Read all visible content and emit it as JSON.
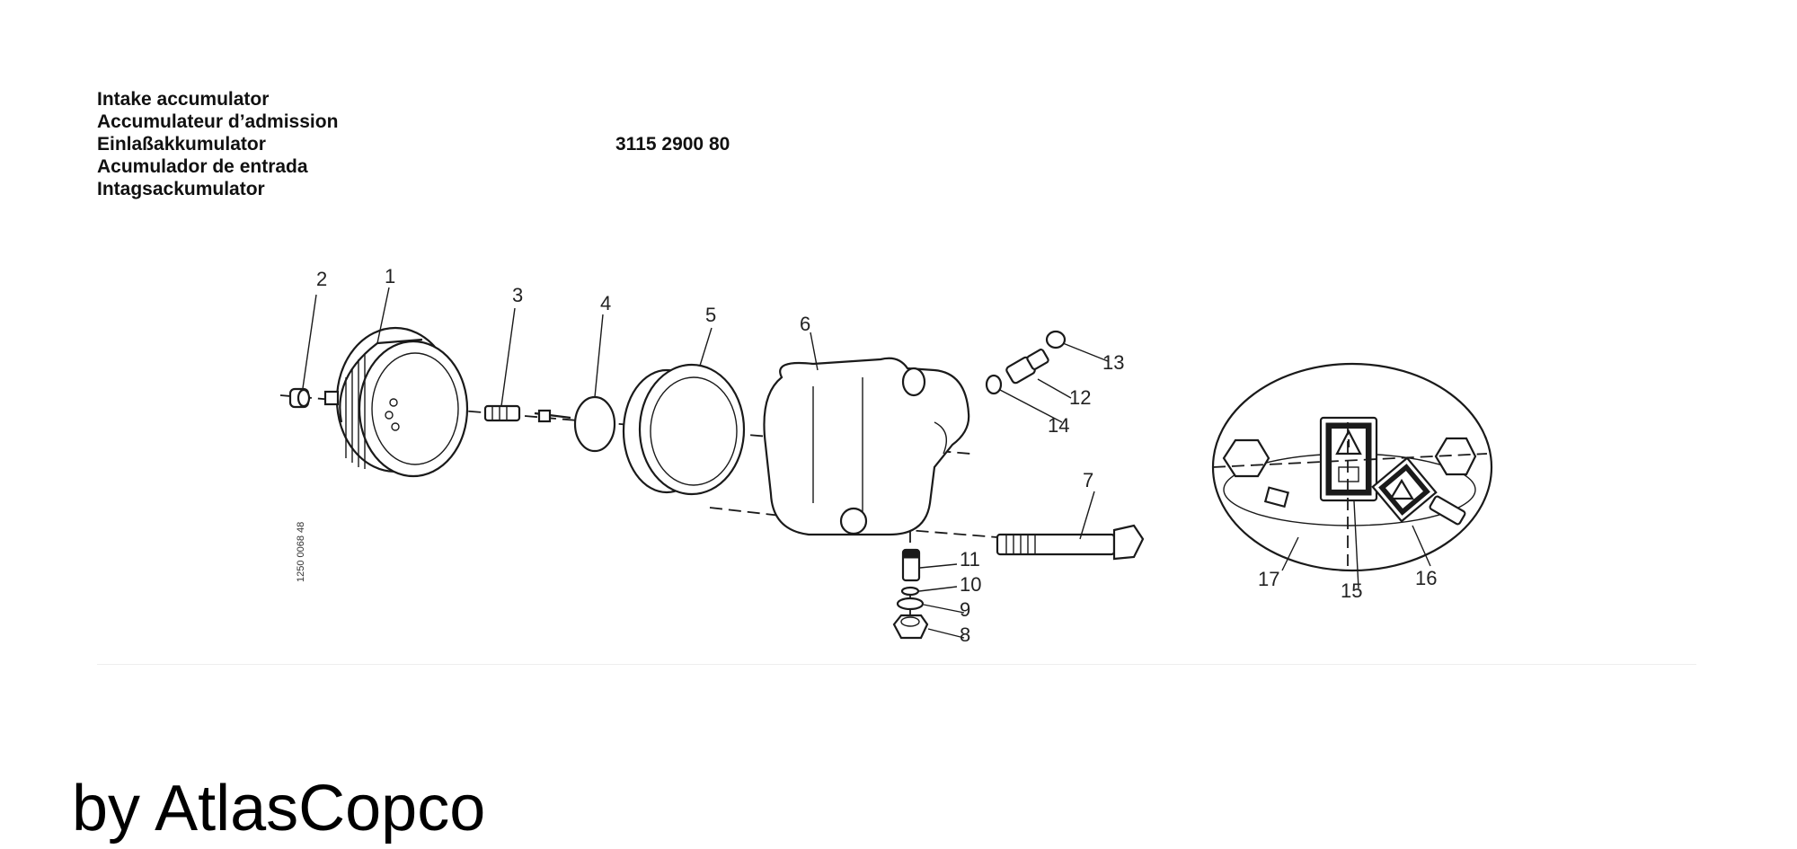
{
  "titles": {
    "en": "Intake accumulator",
    "fr": "Accumulateur d’admission",
    "de": "Einlaßakkumulator",
    "es": "Acumulador de entrada",
    "sv": "Intagsackumulator"
  },
  "part_number": "3115 2900 80",
  "drawing_reference": "1250 0068 48",
  "callouts": {
    "c1": "1",
    "c2": "2",
    "c3": "3",
    "c4": "4",
    "c5": "5",
    "c6": "6",
    "c7": "7",
    "c8": "8",
    "c9": "9",
    "c10": "10",
    "c11": "11",
    "c12": "12",
    "c13": "13",
    "c14": "14",
    "c15": "15",
    "c16": "16",
    "c17": "17"
  },
  "footer": "by AtlasCopco",
  "colors": {
    "ink": "#1a1a1a",
    "background": "#ffffff"
  }
}
